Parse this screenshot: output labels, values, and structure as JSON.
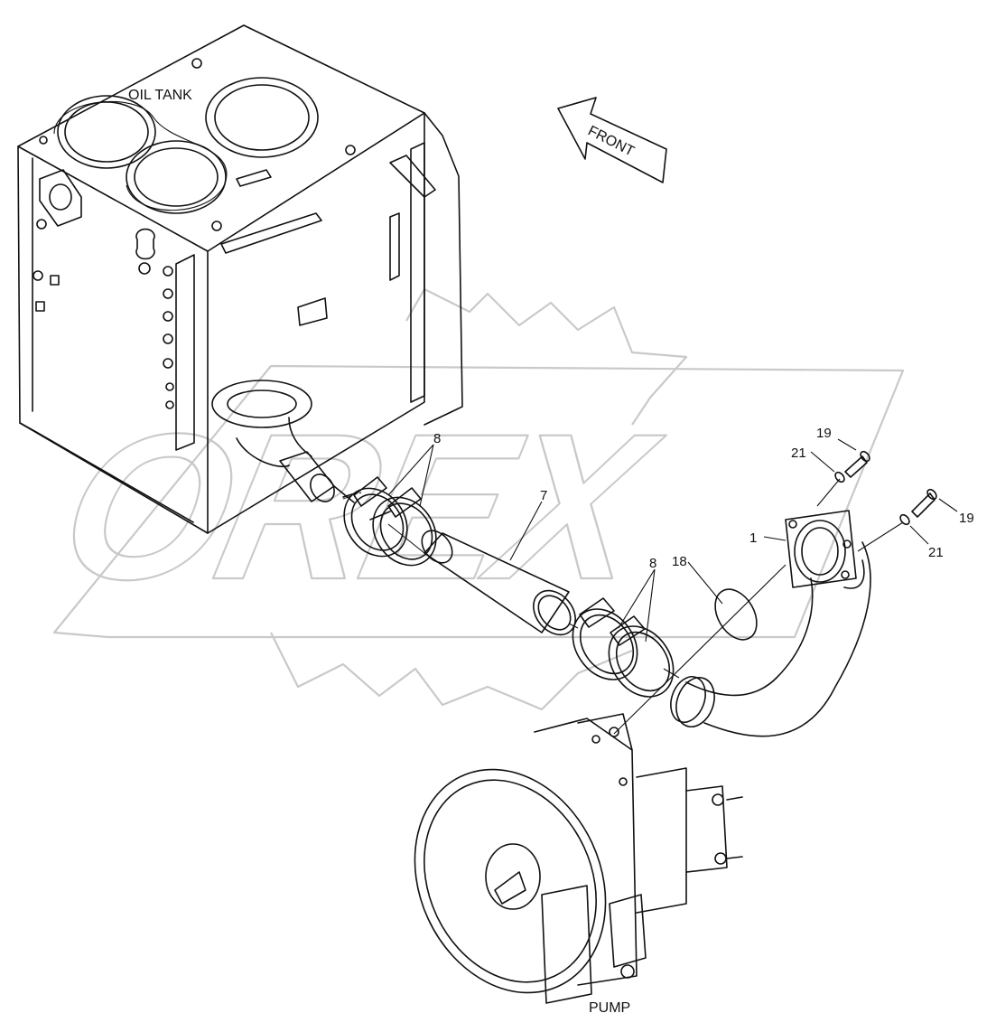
{
  "labels": {
    "oil_tank": "OIL TANK",
    "front": "FRONT",
    "pump": "PUMP",
    "watermark": "OREX"
  },
  "callouts": {
    "item_1": "1",
    "item_7": "7",
    "item_8_upper": "8",
    "item_8_lower": "8",
    "item_18": "18",
    "item_19_upper": "19",
    "item_19_lower": "19",
    "item_21_upper": "21",
    "item_21_lower": "21"
  }
}
